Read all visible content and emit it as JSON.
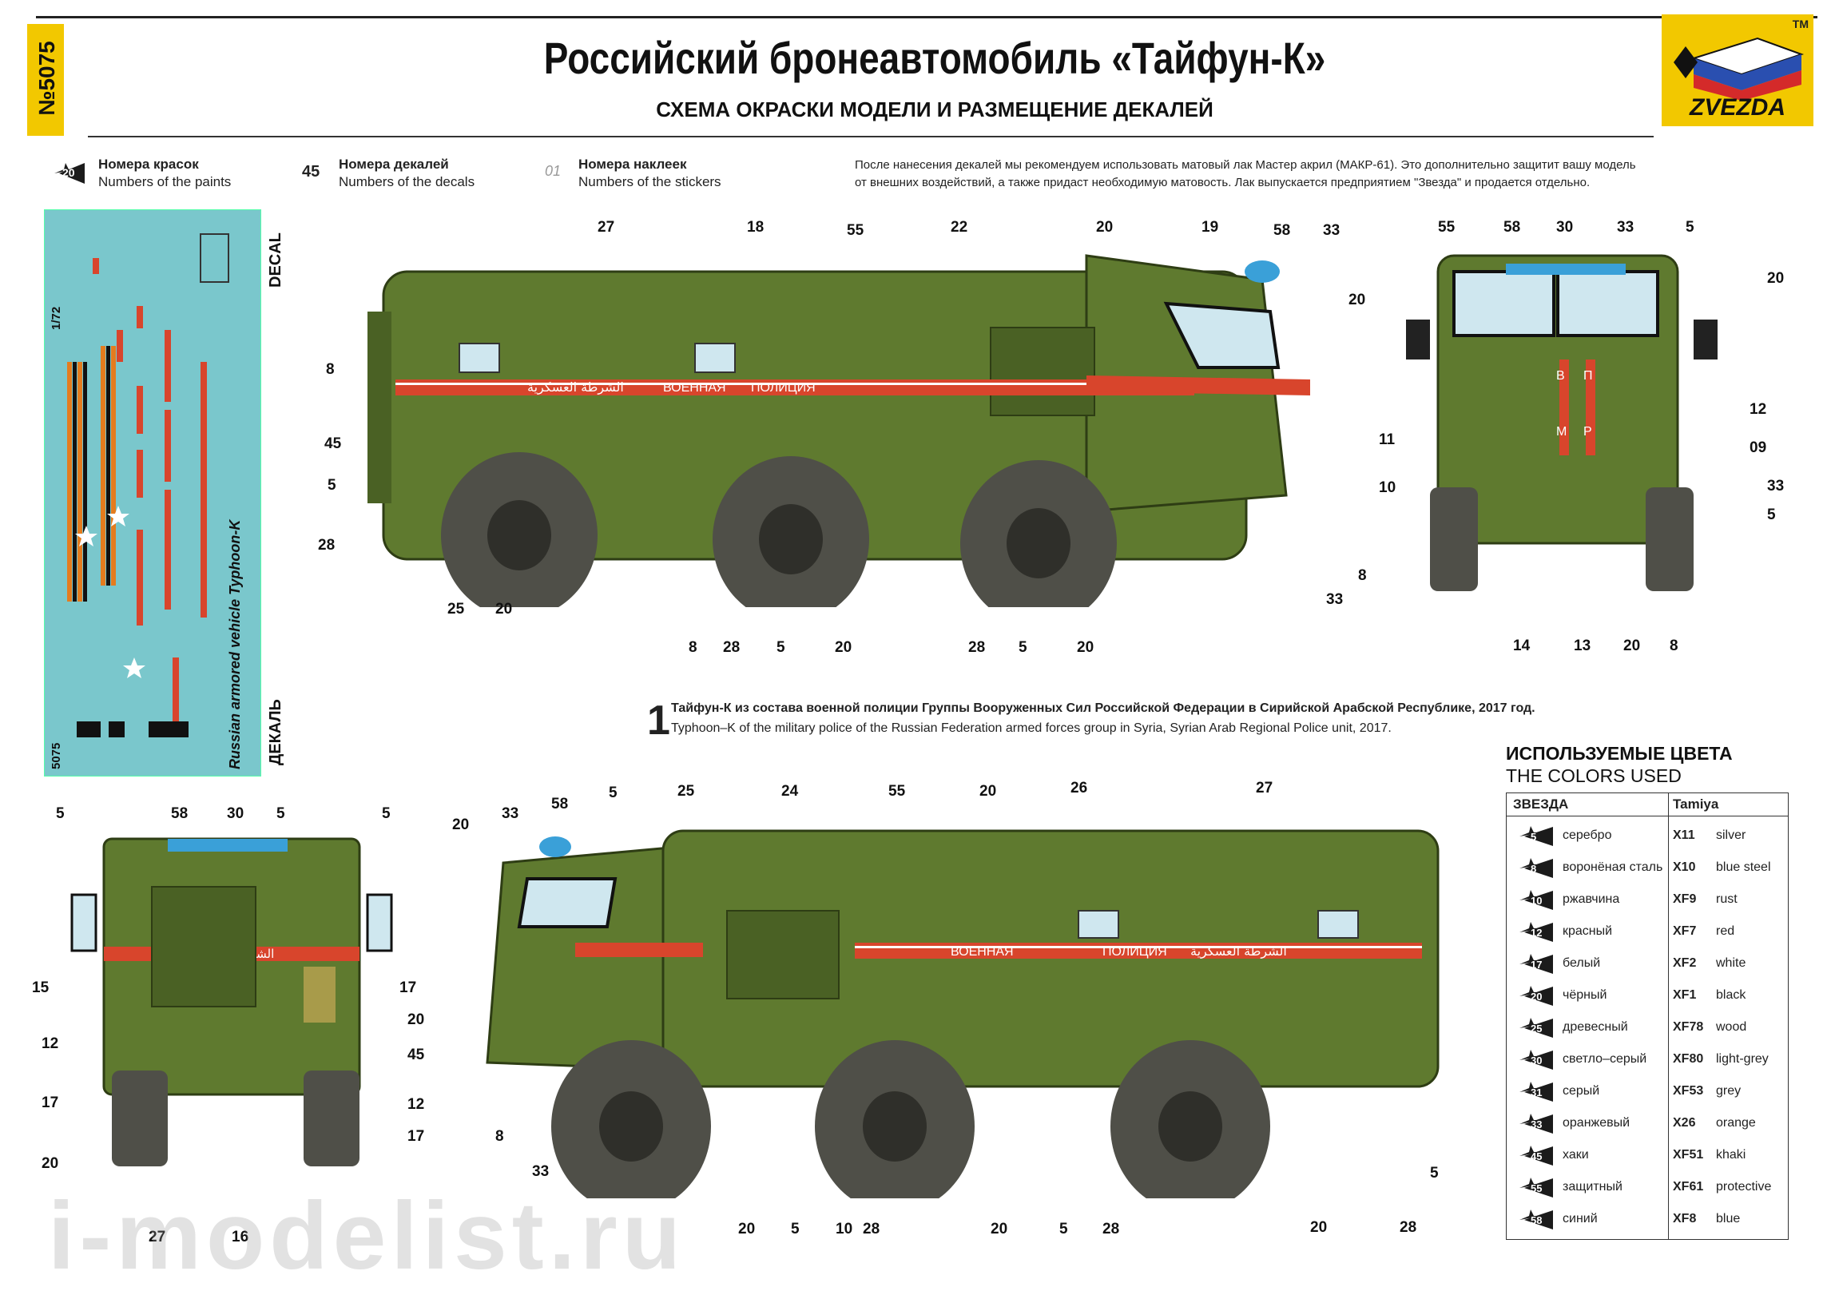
{
  "header": {
    "number": "№5075",
    "title": "Российский бронеавтомобиль «Тайфун-К»",
    "subtitle": "СХЕМА ОКРАСКИ МОДЕЛИ И РАЗМЕЩЕНИЕ ДЕКАЛЕЙ",
    "logo": "ZVEZDA",
    "tm": "TM"
  },
  "legend": {
    "paint_badge": "20",
    "paint_ru": "Номера красок",
    "paint_en": "Numbers of the paints",
    "decal_badge": "45",
    "decal_ru": "Номера декалей",
    "decal_en": "Numbers of the decals",
    "sticker_badge": "01",
    "sticker_ru": "Номера наклеек",
    "sticker_en": "Numbers of the stickers"
  },
  "note": {
    "line1": "После нанесения декалей мы рекомендуем использовать матовый лак Мастер акрил (МАКР-61). Это дополнительно защитит вашу модель",
    "line2": "от внешних воздействий, а также придаст необходимую матовость. Лак выпускается предприятием \"Звезда\" и продается отдельно."
  },
  "decal_sheet": {
    "decal_en": "DECAL",
    "decal_ru": "ДЕКАЛЬ",
    "scale": "1/72",
    "number": "5075",
    "name": "Russian armored vehicle Typhoon-K"
  },
  "side_texts": {
    "arabic": "الشرطة العسكرية",
    "military": "ВОЕННАЯ",
    "police": "ПОЛИЦИЯ",
    "v": "В",
    "p": "П",
    "m": "М",
    "r": "Р"
  },
  "caption": {
    "number": "1",
    "ru": "Тайфун-К из состава военной полиции Группы Вооруженных Сил Российской Федерации в Сирийской Арабской Республике, 2017 год.",
    "en": "Typhoon–K of the military police of the Russian Federation armed forces group in Syria, Syrian Arab Regional Police unit, 2017."
  },
  "colors": {
    "title": "ИСПОЛЬЗУЕМЫЕ ЦВЕТА",
    "subtitle": "THE COLORS USED",
    "col1": "ЗВЕЗДА",
    "col2": "Tamiya",
    "rows": [
      {
        "n": "5",
        "ru": "серебро",
        "code": "X11",
        "en": "silver"
      },
      {
        "n": "8",
        "ru": "воронёная сталь",
        "code": "X10",
        "en": "blue steel"
      },
      {
        "n": "10",
        "ru": "ржавчина",
        "code": "XF9",
        "en": "rust"
      },
      {
        "n": "12",
        "ru": "красный",
        "code": "XF7",
        "en": "red"
      },
      {
        "n": "17",
        "ru": "белый",
        "code": "XF2",
        "en": "white"
      },
      {
        "n": "20",
        "ru": "чёрный",
        "code": "XF1",
        "en": "black"
      },
      {
        "n": "25",
        "ru": "древесный",
        "code": "XF78",
        "en": "wood"
      },
      {
        "n": "30",
        "ru": "светло–серый",
        "code": "XF80",
        "en": "light-grey"
      },
      {
        "n": "31",
        "ru": "серый",
        "code": "XF53",
        "en": "grey"
      },
      {
        "n": "33",
        "ru": "оранжевый",
        "code": "X26",
        "en": "orange"
      },
      {
        "n": "45",
        "ru": "хаки",
        "code": "XF51",
        "en": "khaki"
      },
      {
        "n": "55",
        "ru": "защитный",
        "code": "XF61",
        "en": "protective"
      },
      {
        "n": "58",
        "ru": "синий",
        "code": "XF8",
        "en": "blue"
      }
    ]
  },
  "labels": {
    "side1_top": [
      "27",
      "18",
      "55",
      "22",
      "20",
      "19",
      "58",
      "33"
    ],
    "side1_left": [
      "8",
      "45",
      "5",
      "28"
    ],
    "side1_bottom": [
      "25",
      "20",
      "8",
      "28",
      "5",
      "20",
      "28",
      "5",
      "20",
      "33",
      "8",
      "20"
    ],
    "front_top": [
      "55",
      "58",
      "30",
      "33",
      "5",
      "20"
    ],
    "front_right": [
      "12",
      "09",
      "33",
      "5",
      "8"
    ],
    "front_left": [
      "11",
      "10"
    ],
    "front_bottom": [
      "14",
      "13",
      "20"
    ],
    "rear_top": [
      "5",
      "58",
      "30",
      "5",
      "5"
    ],
    "rear_side": [
      "15",
      "17",
      "20",
      "45",
      "12",
      "17",
      "12",
      "17",
      "20"
    ],
    "rear_bottom": [
      "27",
      "16"
    ],
    "side2_top": [
      "20",
      "33",
      "58",
      "5",
      "25",
      "24",
      "55",
      "20",
      "26",
      "27"
    ],
    "side2_bottom": [
      "8",
      "33",
      "20",
      "5",
      "10",
      "28",
      "20",
      "5",
      "28",
      "20",
      "28",
      "5"
    ]
  },
  "palette": {
    "olive": "#5f7a2f",
    "olive_dark": "#4a6124",
    "tire": "#4f4f48",
    "stripe_red": "#d8452c",
    "window": "#cfe7ef",
    "decal_bg": "#7ac7cc",
    "badge": "#1b1b1b",
    "yellow": "#f2c800"
  },
  "watermark": "i-modelist.ru"
}
